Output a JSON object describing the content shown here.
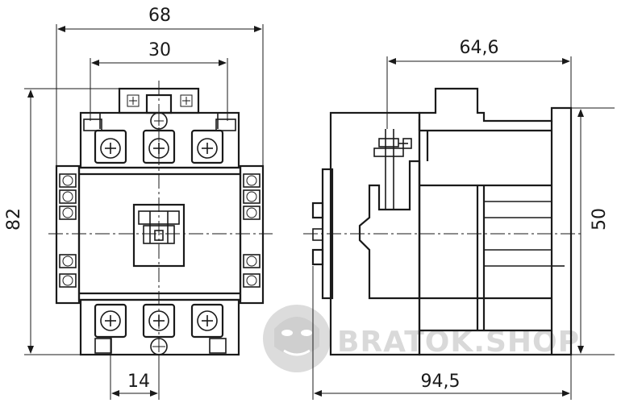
{
  "dimensions": {
    "front_overall_width": "68",
    "front_inner_width": "30",
    "front_height": "82",
    "front_terminal_pitch": "14",
    "side_depth": "64,6",
    "side_total_depth": "94,5",
    "side_height": "50"
  },
  "watermark": {
    "text": "BRATOK.SHOP",
    "icon": "gorilla-logo-icon"
  },
  "colors": {
    "line": "#1a1a1a",
    "watermark": "#d9d9d9"
  }
}
